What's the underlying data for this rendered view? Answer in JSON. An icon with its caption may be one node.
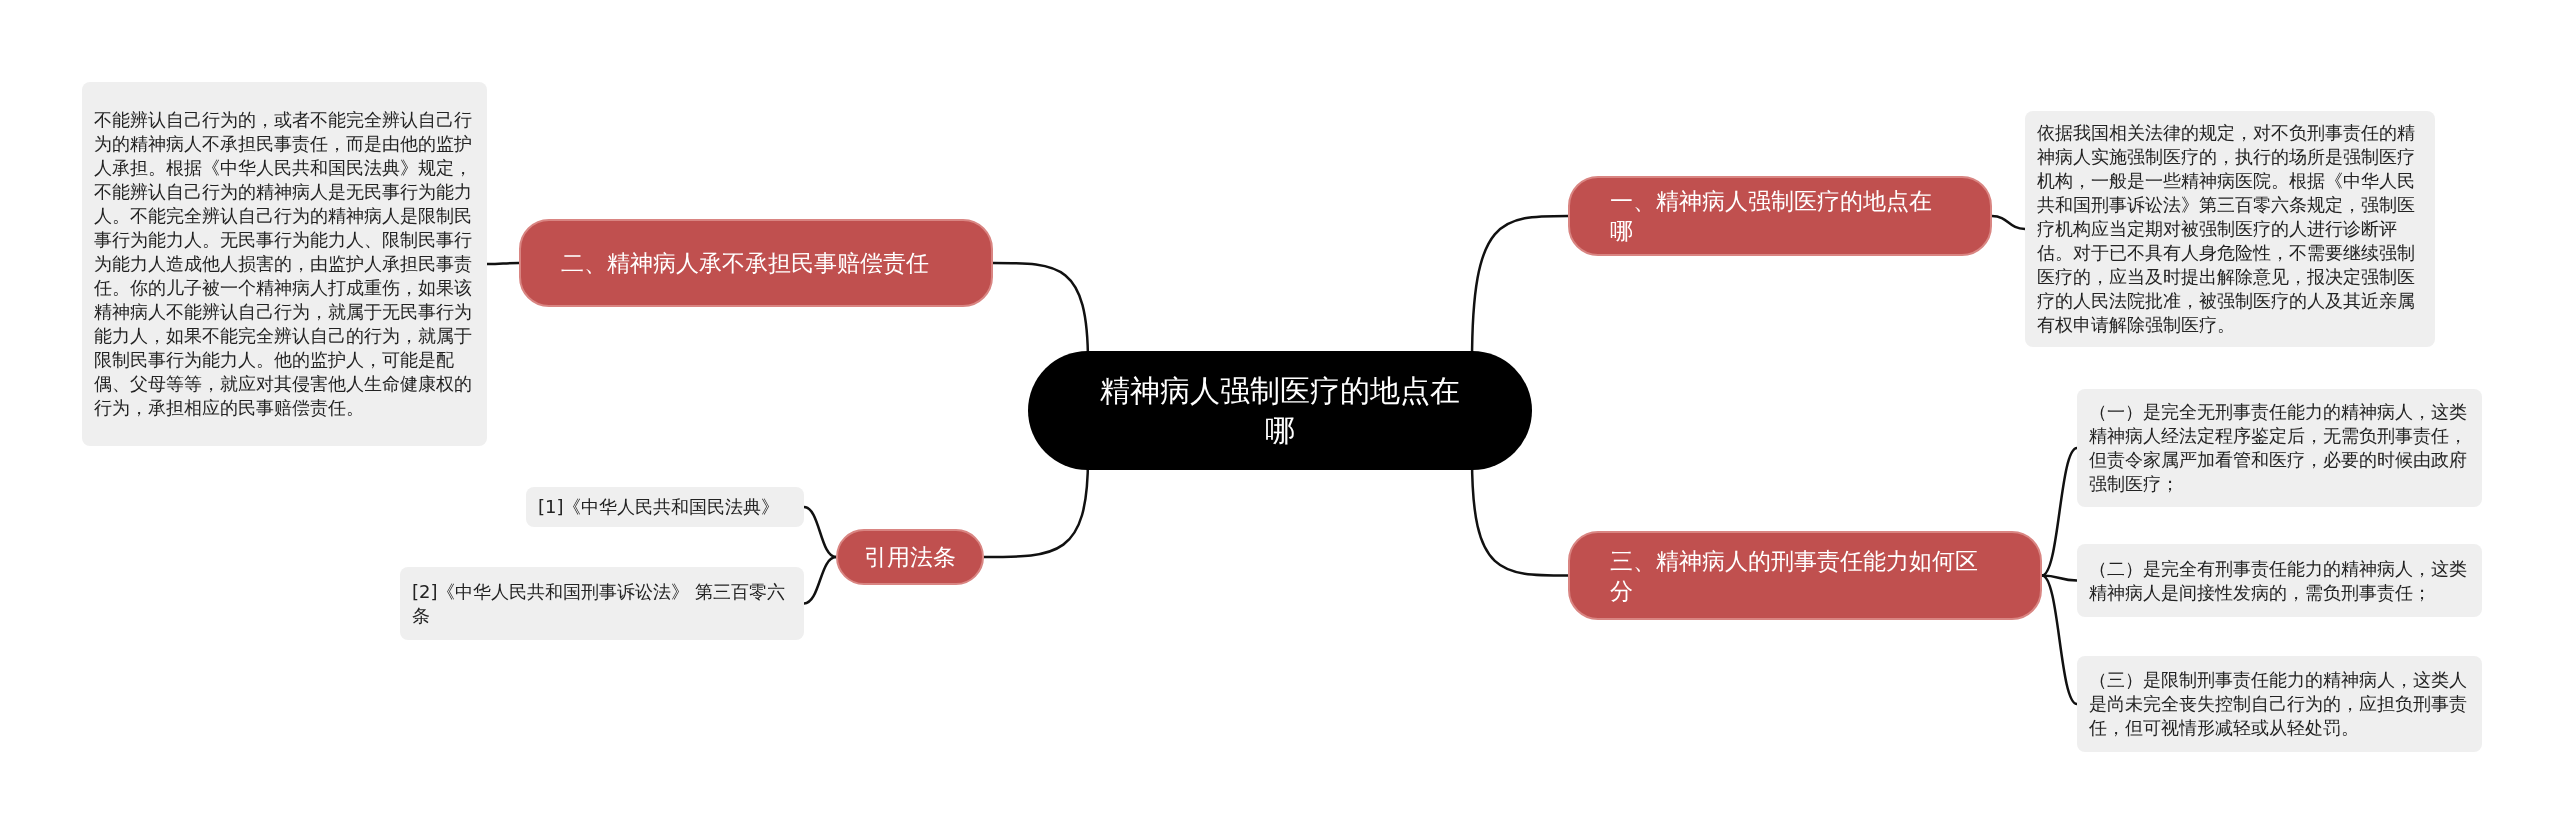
{
  "diagram": {
    "nodes": [
      {
        "text": [
          "精神病人强制医疗的地点在哪"
        ]
      },
      {
        "text": [
          "一、精神病人强制医疗的地点在哪"
        ]
      },
      {
        "text": [
          "依据我国相关法律的规定，对不负刑事责任的精神病人实施强制医疗的，执行的场所是强制医疗机构，一般是一些精神病医院。根据《中华人民共和国刑事诉讼法》第三百零六条规定，强制医疗机构应当定期对被强制医疗的人进行诊断评估。对于已不具有人身危险性，不需要继续强制医疗的，应当及时提出解除意见，报决定强制医疗的人民法院批准，被强制医疗的人及其近亲属有权申请解除强制医疗。"
        ]
      },
      {
        "text": [
          "二、精神病人承不承担民事赔偿责任"
        ]
      },
      {
        "text": [
          "不能辨认自己行为的，或者不能完全辨认自己行为的精神病人不承担民事责任，而是由他的监护人承担。根据《中华人民共和国民法典》规定，不能辨认自己行为的精神病人是无民事行为能力人。不能完全辨认自己行为的精神病人是限制民事行为能力人。无民事行为能力人、限制民事行为能力人造成他人损害的，由监护人承担民事责任。你的儿子被一个精神病人打成重伤，如果该精神病人不能辨认自己行为，就属于无民事行为能力人，如果不能完全辨认自己的行为，就属于限制民事行为能力人。他的监护人，可能是配偶、父母等等，就应对其侵害他人生命健康权的行为，承担相应的民事赔偿责任。"
        ]
      },
      {
        "text": [
          "三、精神病人的刑事责任能力如何区分"
        ]
      },
      {
        "text": [
          "（一）是完全无刑事责任能力的精神病人，这类精神病人经法定程序鉴定后，无需负刑事责任，但责令家属严加看管和医疗，必要的时候由政府强制医疗；"
        ]
      },
      {
        "text": [
          "（二）是完全有刑事责任能力的精神病人，这类精神病人是间接性发病的，需负刑事责任；"
        ]
      },
      {
        "text": [
          "（三）是限制刑事责任能力的精神病人，这类人是尚未完全丧失控制自己行为的，应担负刑事责任，但可视情形减轻或从轻处罚。"
        ]
      },
      {
        "text": [
          "引用法条"
        ]
      },
      {
        "text": [
          "[1]《中华人民共和国民法典》"
        ]
      },
      {
        "text": [
          "[2]《中华人民共和国刑事诉讼法》 第三百零六条"
        ]
      }
    ],
    "edges": [
      {
        "from": 0,
        "to": 1,
        "arrow": "none"
      },
      {
        "from": 1,
        "to": 2,
        "arrow": "none"
      },
      {
        "from": 0,
        "to": 3,
        "arrow": "none"
      },
      {
        "from": 3,
        "to": 4,
        "arrow": "none"
      },
      {
        "from": 0,
        "to": 5,
        "arrow": "none"
      },
      {
        "from": 5,
        "to": 6,
        "arrow": "none"
      },
      {
        "from": 5,
        "to": 7,
        "arrow": "none"
      },
      {
        "from": 5,
        "to": 8,
        "arrow": "none"
      },
      {
        "from": 0,
        "to": 9,
        "arrow": "none"
      },
      {
        "from": 9,
        "to": 10,
        "arrow": "none"
      },
      {
        "from": 9,
        "to": 11,
        "arrow": "none"
      }
    ]
  }
}
